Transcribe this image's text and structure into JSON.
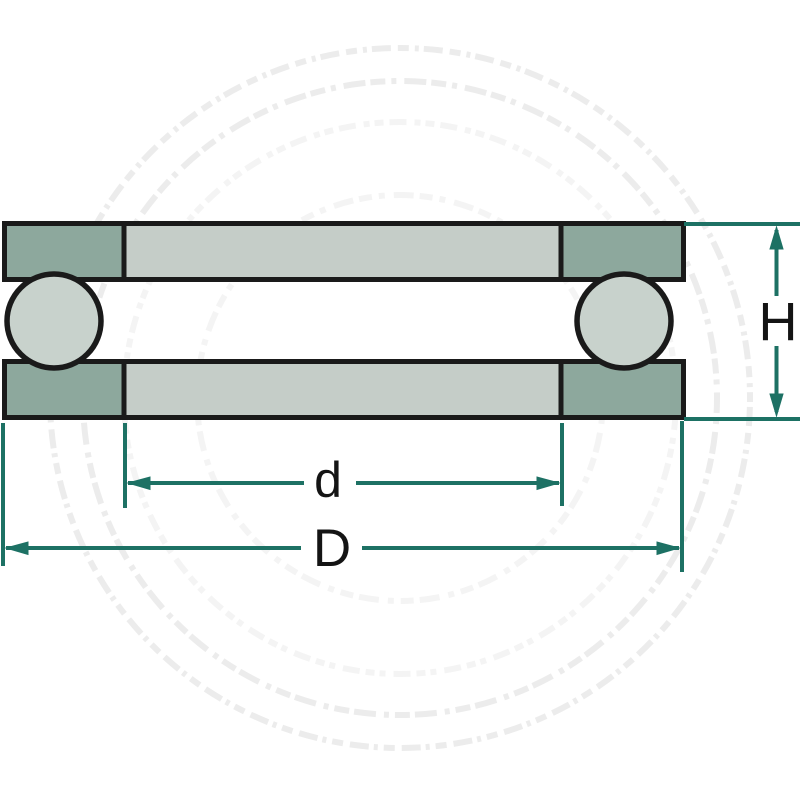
{
  "drawing": {
    "dimension_labels": {
      "height": "H",
      "inner_diameter": "d",
      "outer_diameter": "D"
    },
    "colors": {
      "outline": "#1a1a1a",
      "washer_face": "#c5cdc8",
      "washer_shoulder": "#8da89d",
      "ball": "#c8d2cc",
      "dimension_line": "#1d7164",
      "label_text": "#141414",
      "background": "#ffffff",
      "watermark_dark": "#ececec",
      "watermark_light": "#f4f4f4"
    }
  }
}
